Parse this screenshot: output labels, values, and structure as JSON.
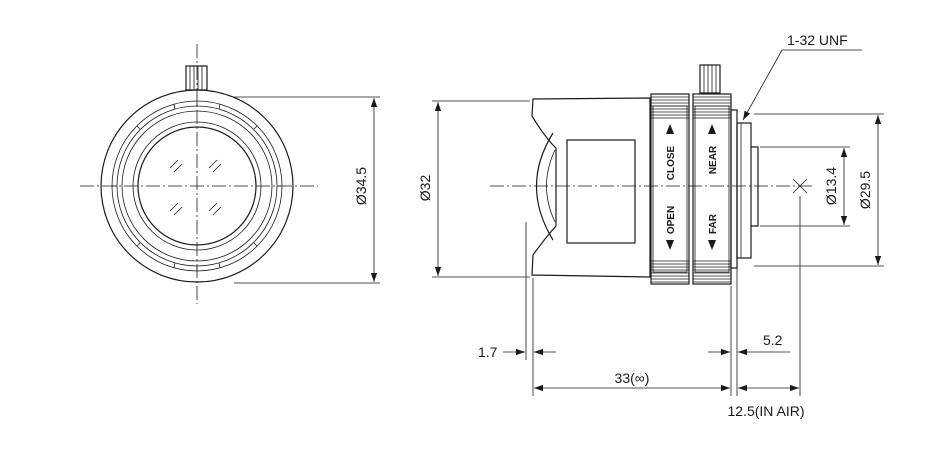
{
  "dimensions": {
    "outer_diameter": "Ø34.5",
    "body_diameter": "Ø32",
    "thread": "1-32 UNF",
    "inner_diameter": "Ø13.4",
    "mount_diameter": "Ø29.5",
    "flange_offset": "1.7",
    "length": "33(∞)",
    "mount_depth": "5.2",
    "back_focus": "12.5(IN AIR)"
  },
  "ring_labels": {
    "iris_close": "CLOSE",
    "iris_open": "OPEN",
    "focus_near": "NEAR",
    "focus_far": "FAR"
  }
}
